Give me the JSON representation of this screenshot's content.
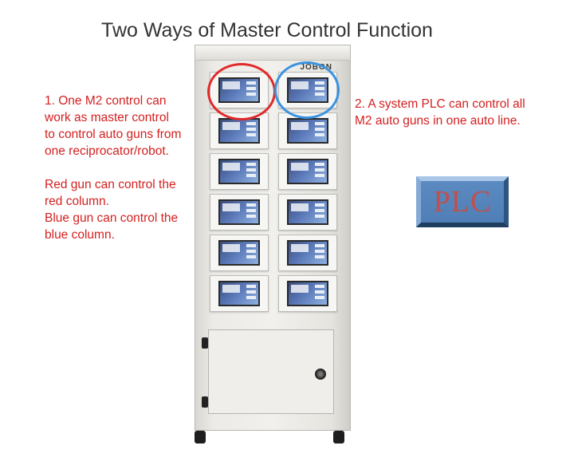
{
  "title": "Two Ways of Master Control Function",
  "left_note": {
    "line1": "1. One M2 control can",
    "line2": "work as master control",
    "line3": "to control auto guns from",
    "line4": "one reciprocator/robot.",
    "line5": "Red gun can control the",
    "line6": "red column.",
    "line7": "Blue gun can control the",
    "line8": "blue column."
  },
  "right_note": {
    "line1": "2. A system PLC can control all",
    "line2": "M2 auto guns in one auto line."
  },
  "cabinet": {
    "brand": "JOBON",
    "rows": 6,
    "columns": 2
  },
  "highlights": {
    "red_color": "#e02a2a",
    "blue_color": "#3a93e0"
  },
  "plc_button": {
    "label": "PLC",
    "color": "#4f7fb6",
    "text_color": "#c0504d"
  }
}
